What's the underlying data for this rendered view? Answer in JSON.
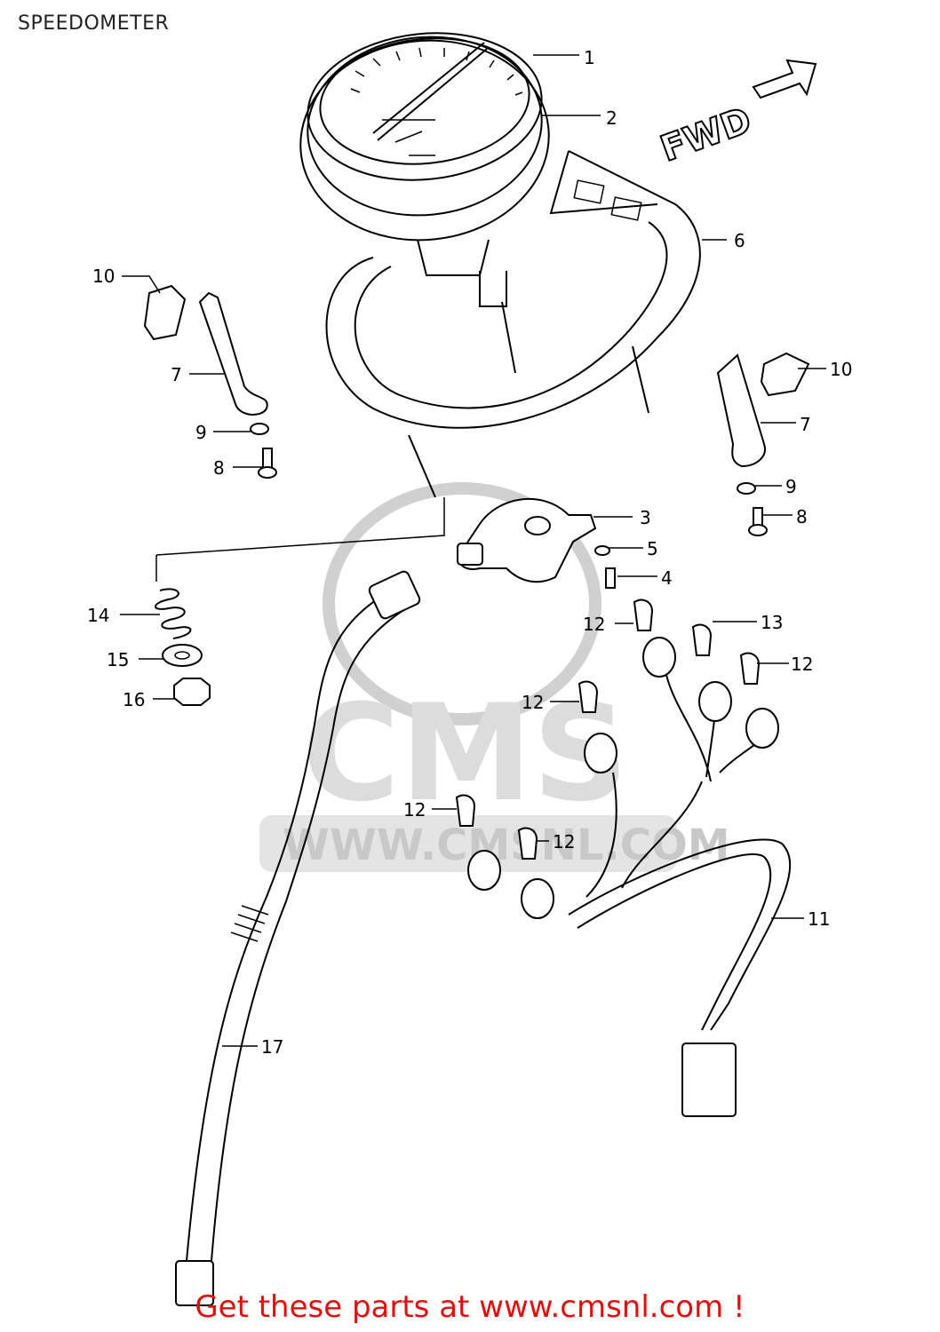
{
  "header": {
    "title": "SPEEDOMETER"
  },
  "direction": {
    "label": "FWD"
  },
  "callouts": {
    "c1": "1",
    "c2": "2",
    "c3": "3",
    "c4": "4",
    "c5": "5",
    "c6": "6",
    "c7a": "7",
    "c7b": "7",
    "c8a": "8",
    "c8b": "8",
    "c9a": "9",
    "c9b": "9",
    "c10a": "10",
    "c10b": "10",
    "c11": "11",
    "c12a": "12",
    "c12b": "12",
    "c12c": "12",
    "c12d": "12",
    "c12e": "12",
    "c13": "13",
    "c14": "14",
    "c15": "15",
    "c16": "16",
    "c17": "17"
  },
  "watermark": {
    "logo": "CMS",
    "url": "WWW.CMSNL.COM"
  },
  "footer": {
    "text": "Get these parts at www.cmsnl.com !"
  },
  "colors": {
    "footer": "#e01010",
    "watermark": "#d9d9d9",
    "line": "#000000"
  }
}
